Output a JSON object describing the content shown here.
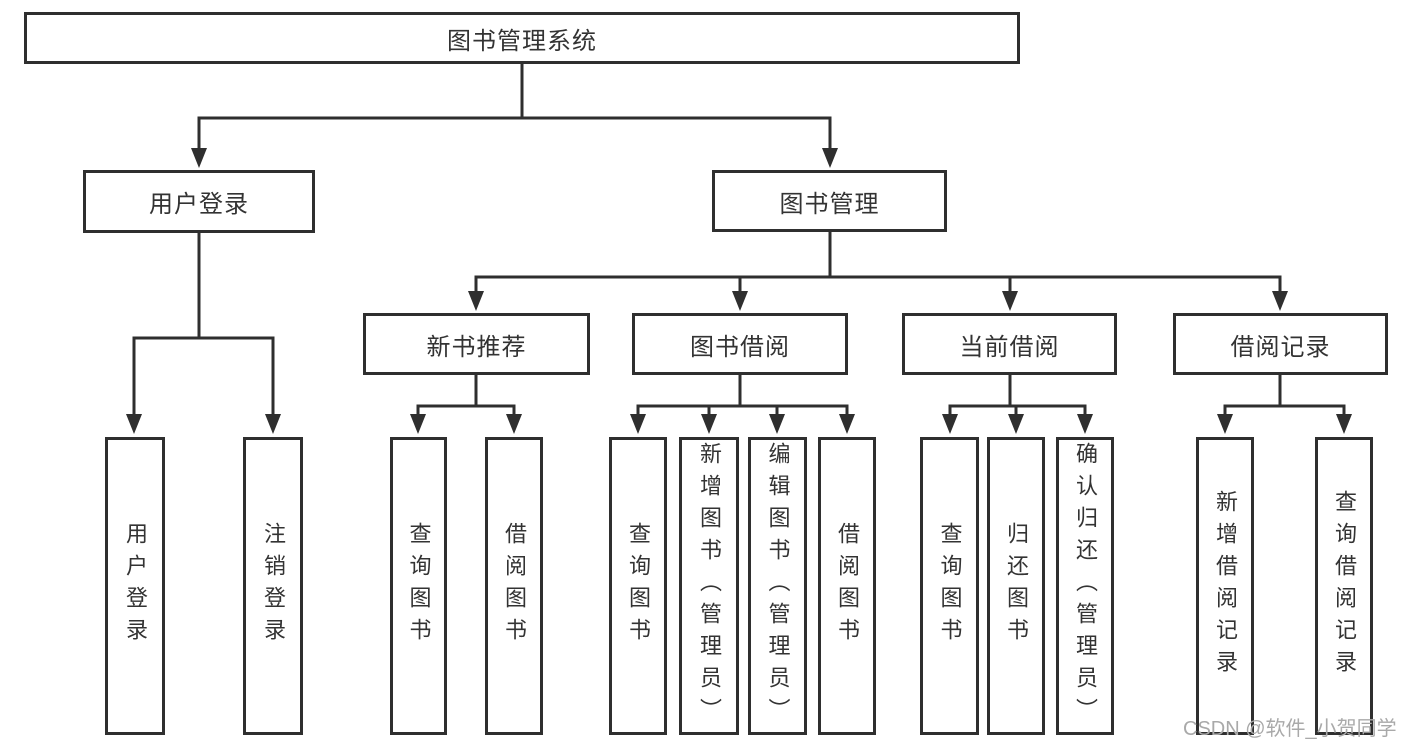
{
  "nodes": {
    "root": "图书管理系统",
    "user_login": "用户登录",
    "book_mgmt": "图书管理",
    "new_book_rec": "新书推荐",
    "book_borrow": "图书借阅",
    "current_borrow": "当前借阅",
    "borrow_record": "借阅记录",
    "leaf_user_login": "用户登录",
    "leaf_logout": "注销登录",
    "leaf_query_book_a": "查询图书",
    "leaf_borrow_book_a": "借阅图书",
    "leaf_query_book_b": "查询图书",
    "leaf_add_book": "新增图书（管理员）",
    "leaf_edit_book": "编辑图书（管理员）",
    "leaf_borrow_book_b": "借阅图书",
    "leaf_query_book_c": "查询图书",
    "leaf_return_book": "归还图书",
    "leaf_confirm_return": "确认归还（管理员）",
    "leaf_add_record": "新增借阅记录",
    "leaf_query_record": "查询借阅记录"
  },
  "watermark": "CSDN @软件_小贺同学",
  "colors": {
    "line": "#2f2f2f",
    "text": "#333333",
    "watermark": "#a9a9a9",
    "background": "#ffffff"
  }
}
